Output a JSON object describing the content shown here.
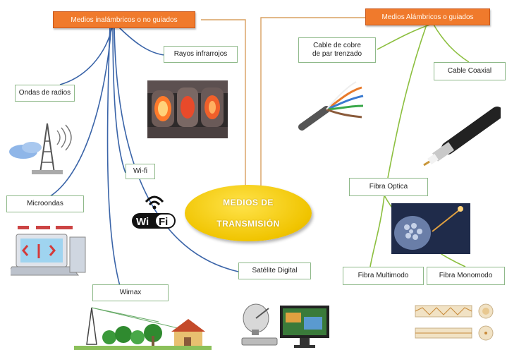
{
  "center": {
    "line1": "MEDIOS DE",
    "line2": "TRANSMISIÓN"
  },
  "categories": {
    "wireless": "Medios inalámbricos o no guiados",
    "wired": "Medios Alámbricos o guiados"
  },
  "wireless_nodes": {
    "infrared": "Rayos infrarrojos",
    "radio": "Ondas de radios",
    "wifi": "Wi-fi",
    "microwave": "Microondas",
    "wimax": "Wimax",
    "satellite": "Satélite Digital"
  },
  "wired_nodes": {
    "copper_line1": "Cable de cobre",
    "copper_line2": "de par trenzado",
    "coax": "Cable Coaxial",
    "fiber": "Fibra Optica",
    "multimode": "Fibra Multimodo",
    "monomode": "Fibra Monomodo"
  },
  "wifi_logo": "Wi Fi",
  "colors": {
    "category_fill": "#f07a2c",
    "center_fill": "#f0c400",
    "wireless_line": "#3a64a8",
    "wired_line": "#8cbf3f",
    "center_line": "#d9a060"
  }
}
